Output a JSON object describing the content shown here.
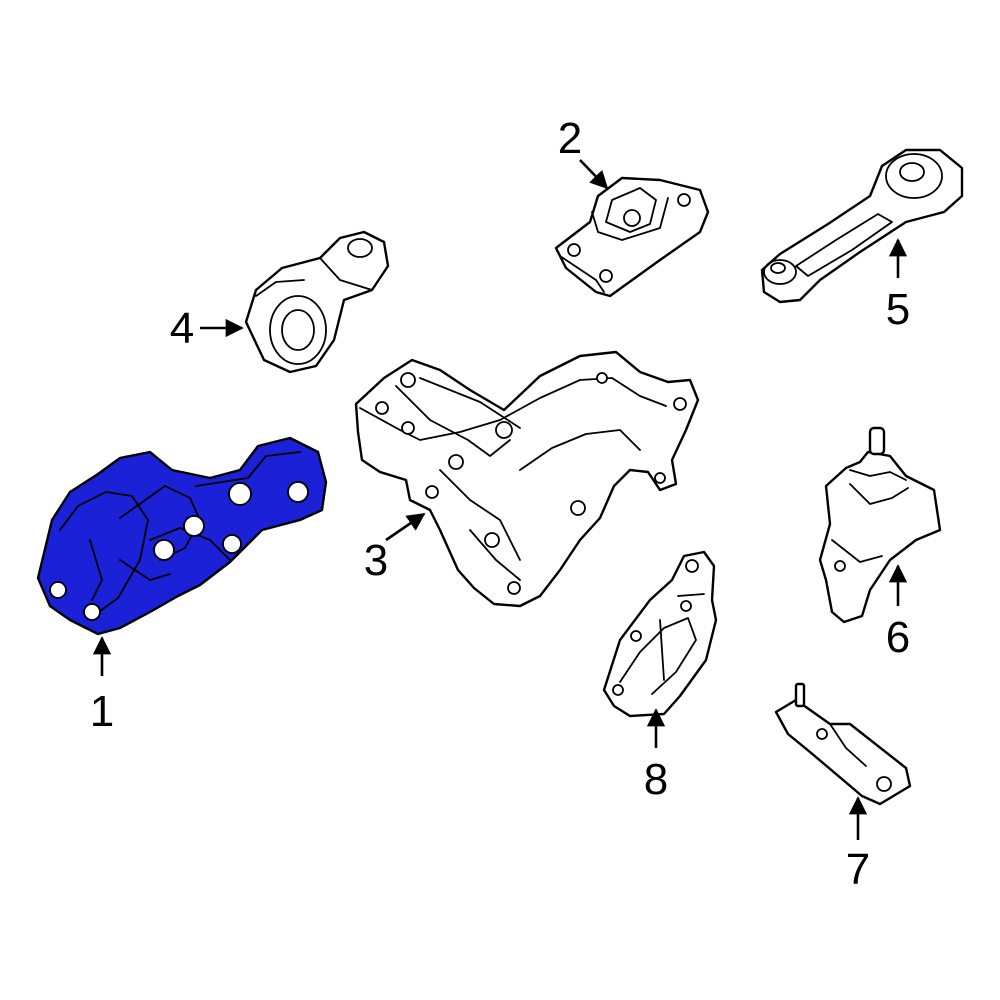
{
  "callouts": {
    "part1": "1",
    "part2": "2",
    "part3": "3",
    "part4": "4",
    "part5": "5",
    "part6": "6",
    "part7": "7",
    "part8": "8"
  },
  "colors": {
    "highlight": "#1a21d6",
    "line": "#000000",
    "background": "#ffffff"
  },
  "highlighted_part": "1"
}
